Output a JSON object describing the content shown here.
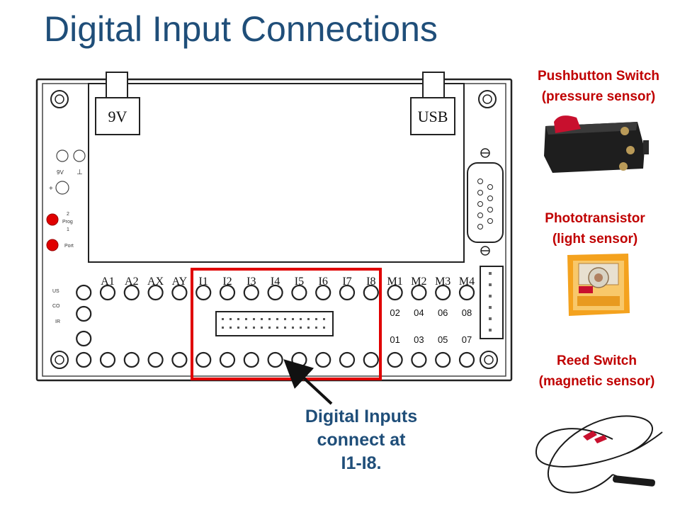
{
  "slide": {
    "title": "Digital Input Connections"
  },
  "board": {
    "power_label": "9V",
    "usb_label": "USB",
    "analog_labels": [
      "A1",
      "A2",
      "AX",
      "AY"
    ],
    "input_labels": [
      "I1",
      "I2",
      "I3",
      "I4",
      "I5",
      "I6",
      "I7",
      "I8"
    ],
    "motor_labels": [
      "M1",
      "M2",
      "M3",
      "M4"
    ],
    "motor_terminals_top": [
      "02",
      "04",
      "06",
      "08"
    ],
    "motor_terminals_bottom": [
      "01",
      "03",
      "05",
      "07"
    ],
    "left_small_labels": [
      "9V",
      "⊥",
      "+"
    ],
    "prog_labels": [
      "2",
      "Prog",
      "1",
      "Port"
    ],
    "side_labels": [
      "US",
      "CO",
      "IR"
    ],
    "highlight_color": "#e00000"
  },
  "sensors": [
    {
      "name": "Pushbutton Switch",
      "detail": "(pressure sensor)"
    },
    {
      "name": "Phototransistor",
      "detail": "(light sensor)"
    },
    {
      "name": "Reed Switch",
      "detail": "(magnetic sensor)"
    }
  ],
  "callout": {
    "lines": [
      "Digital Inputs",
      "connect at",
      "I1-I8."
    ]
  },
  "colors": {
    "title": "#1f4e79",
    "sensor_labels": "#c00000",
    "callout": "#1f4e79"
  }
}
